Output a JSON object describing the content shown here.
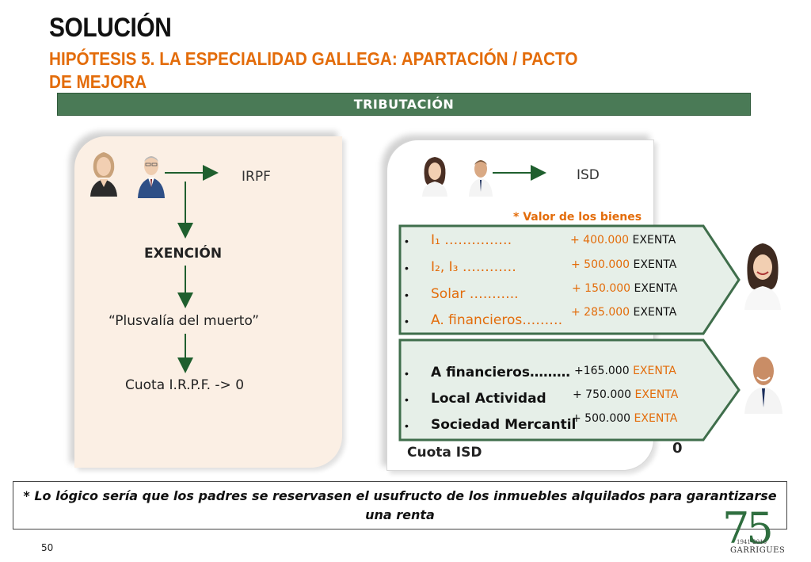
{
  "header": {
    "title": "SOLUCIÓN",
    "subtitle": "HIPÓTESIS 5. LA ESPECIALIDAD GALLEGA: APARTACIÓN / PACTO DE MEJORA"
  },
  "bar_label": "TRIBUTACIÓN",
  "left_panel": {
    "tax": "IRPF",
    "exemption": "EXENCIÓN",
    "capital_gain": "“Plusvalía del muerto”",
    "quota": "Cuota I.R.P.F. -> 0"
  },
  "right_panel": {
    "tax": "ISD",
    "assets_note": "* Valor de los bienes",
    "quota_label": "Cuota ISD",
    "quota_value": "0"
  },
  "box1": {
    "items": [
      {
        "label": "I₁ ……………",
        "amount": "+ 400.000",
        "status": "EXENTA"
      },
      {
        "label": "I₂, I₃ …………",
        "amount": "+ 500.000",
        "status": "EXENTA"
      },
      {
        "label": "Solar ………..",
        "amount": "+ 150.000",
        "status": "EXENTA"
      },
      {
        "label": "A. financieros………",
        "amount": "+ 285.000",
        "status": "EXENTA"
      }
    ]
  },
  "box2": {
    "items": [
      {
        "label": "A financieros………",
        "amount": "+165.000",
        "status": "EXENTA"
      },
      {
        "label": "Local Actividad",
        "amount": "+ 750.000",
        "status": "EXENTA"
      },
      {
        "label": "Sociedad Mercantil",
        "amount": "+ 500.000",
        "status": "EXENTA"
      }
    ]
  },
  "bullet_char": "•",
  "footnote": "*  Lo lógico sería que los padres se reservasen el usufructo de los inmuebles alquilados para garantizarse una renta",
  "page_number": "50",
  "logo": {
    "number": "75",
    "years": "1941-2016",
    "name": "GARRIGUES"
  },
  "colors": {
    "accent_orange": "#e36c0a",
    "bar_green": "#4a7a56",
    "box_fill": "#e6efe8",
    "arrow_green": "#1f5f2e"
  }
}
